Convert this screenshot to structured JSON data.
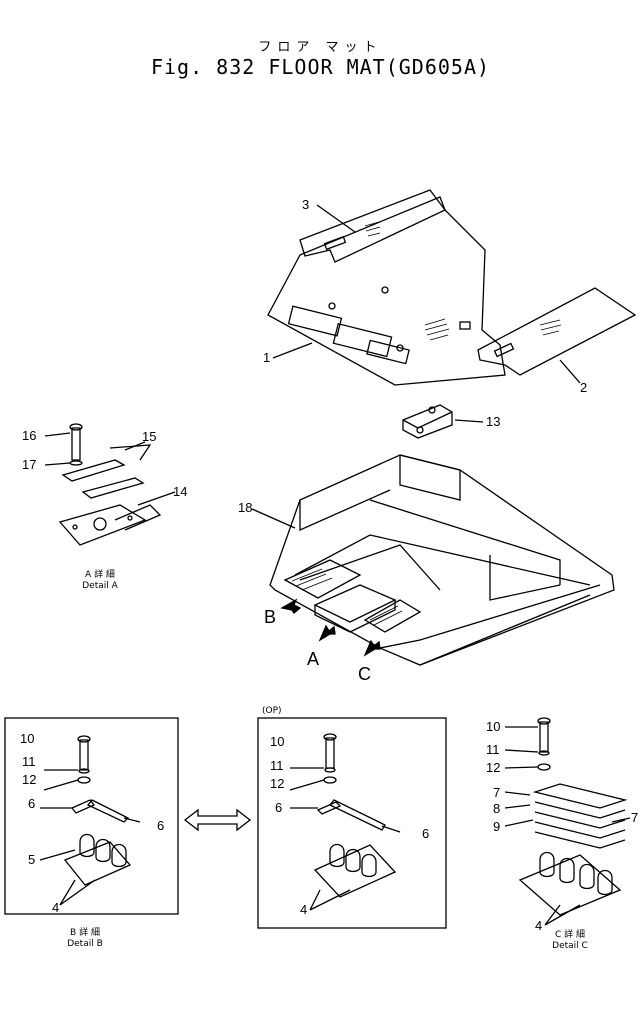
{
  "title": {
    "jp": "フロア マット",
    "en": "Fig. 832 FLOOR MAT(GD605A)"
  },
  "callouts": {
    "c1": "1",
    "c2": "2",
    "c3": "3",
    "c4": "4",
    "c5": "5",
    "c6": "6",
    "c7": "7",
    "c8": "8",
    "c9": "9",
    "c10": "10",
    "c11": "11",
    "c12": "12",
    "c13": "13",
    "c14": "14",
    "c15": "15",
    "c16": "16",
    "c17": "17",
    "c18": "18"
  },
  "views": {
    "a": "A",
    "b": "B",
    "c": "C"
  },
  "details": {
    "a": {
      "jp": "A 詳 細",
      "en": "Detail A"
    },
    "b": {
      "jp": "B 詳 細",
      "en": "Detail B"
    },
    "c": {
      "jp": "C 詳 細",
      "en": "Detail C"
    },
    "optional": "(OP)"
  }
}
